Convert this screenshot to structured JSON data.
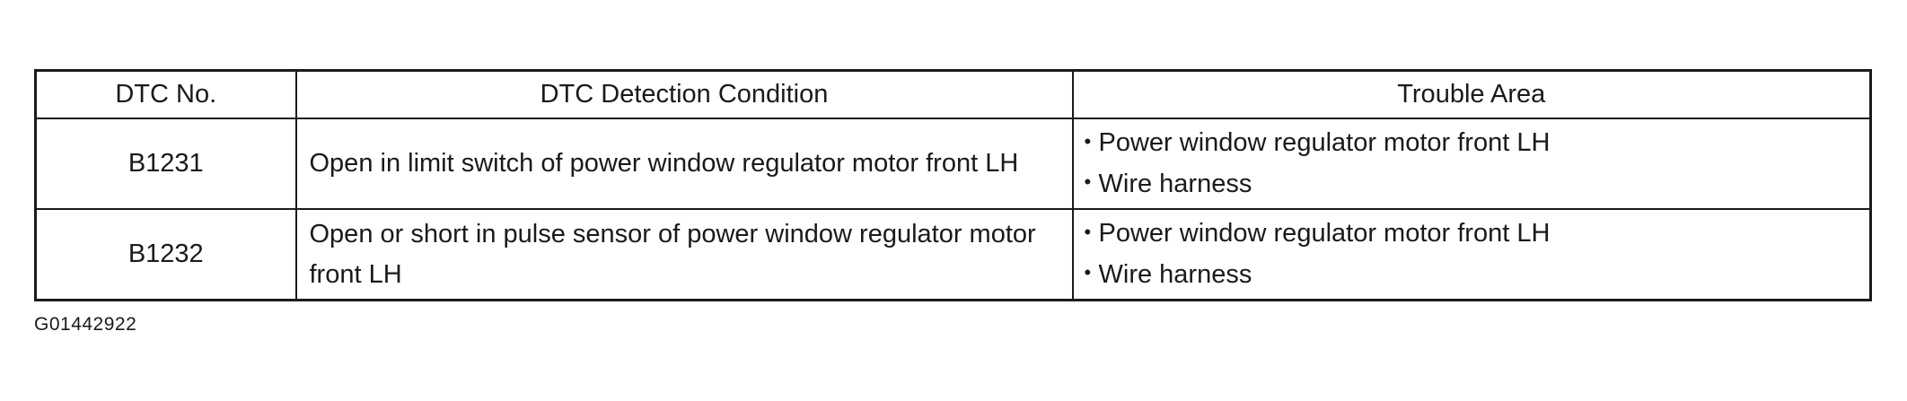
{
  "table": {
    "headers": {
      "dtc_no": "DTC No.",
      "condition": "DTC Detection Condition",
      "trouble_area": "Trouble Area"
    },
    "rows": [
      {
        "code": "B1231",
        "condition": "Open in limit switch of power window regulator motor front LH",
        "trouble_areas": [
          "Power window regulator motor front LH",
          "Wire harness"
        ]
      },
      {
        "code": "B1232",
        "condition": "Open or short in pulse sensor of power window regulator motor front LH",
        "trouble_areas": [
          "Power window regulator motor front LH",
          "Wire harness"
        ]
      }
    ]
  },
  "bullet_glyph": "•",
  "figure_code": "G01442922"
}
